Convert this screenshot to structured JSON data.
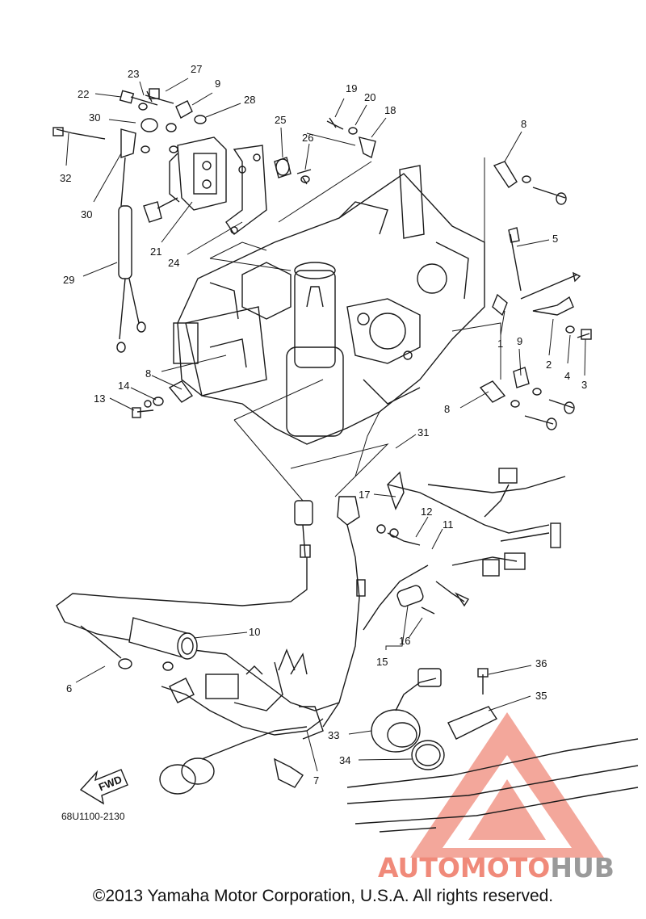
{
  "diagram": {
    "callouts": [
      {
        "id": "27",
        "label": "27"
      },
      {
        "id": "9a",
        "label": "9"
      },
      {
        "id": "23",
        "label": "23"
      },
      {
        "id": "22",
        "label": "22"
      },
      {
        "id": "28",
        "label": "28"
      },
      {
        "id": "30a",
        "label": "30"
      },
      {
        "id": "25",
        "label": "25"
      },
      {
        "id": "26",
        "label": "26"
      },
      {
        "id": "19",
        "label": "19"
      },
      {
        "id": "20",
        "label": "20"
      },
      {
        "id": "18",
        "label": "18"
      },
      {
        "id": "8a",
        "label": "8"
      },
      {
        "id": "32",
        "label": "32"
      },
      {
        "id": "30b",
        "label": "30"
      },
      {
        "id": "21",
        "label": "21"
      },
      {
        "id": "24",
        "label": "24"
      },
      {
        "id": "29",
        "label": "29"
      },
      {
        "id": "5",
        "label": "5"
      },
      {
        "id": "1",
        "label": "1"
      },
      {
        "id": "9b",
        "label": "9"
      },
      {
        "id": "2",
        "label": "2"
      },
      {
        "id": "4",
        "label": "4"
      },
      {
        "id": "3",
        "label": "3"
      },
      {
        "id": "8b",
        "label": "8"
      },
      {
        "id": "14",
        "label": "14"
      },
      {
        "id": "13",
        "label": "13"
      },
      {
        "id": "8c",
        "label": "8"
      },
      {
        "id": "31",
        "label": "31"
      },
      {
        "id": "17",
        "label": "17"
      },
      {
        "id": "12",
        "label": "12"
      },
      {
        "id": "11",
        "label": "11"
      },
      {
        "id": "10",
        "label": "10"
      },
      {
        "id": "16",
        "label": "16"
      },
      {
        "id": "15",
        "label": "15"
      },
      {
        "id": "6",
        "label": "6"
      },
      {
        "id": "36",
        "label": "36"
      },
      {
        "id": "35",
        "label": "35"
      },
      {
        "id": "33",
        "label": "33"
      },
      {
        "id": "34",
        "label": "34"
      },
      {
        "id": "7",
        "label": "7"
      }
    ],
    "fwd_label": "FWD",
    "drawing_code": "68U1100-2130"
  },
  "watermark": {
    "part1": "AUTOMOTO",
    "part2": "HUB",
    "color_primary": "#f08a7a",
    "color_secondary": "#f6c26b",
    "color_tertiary": "#9a9a9a"
  },
  "footer": {
    "copyright": "©2013 Yamaha Motor Corporation, U.S.A. All rights reserved."
  }
}
